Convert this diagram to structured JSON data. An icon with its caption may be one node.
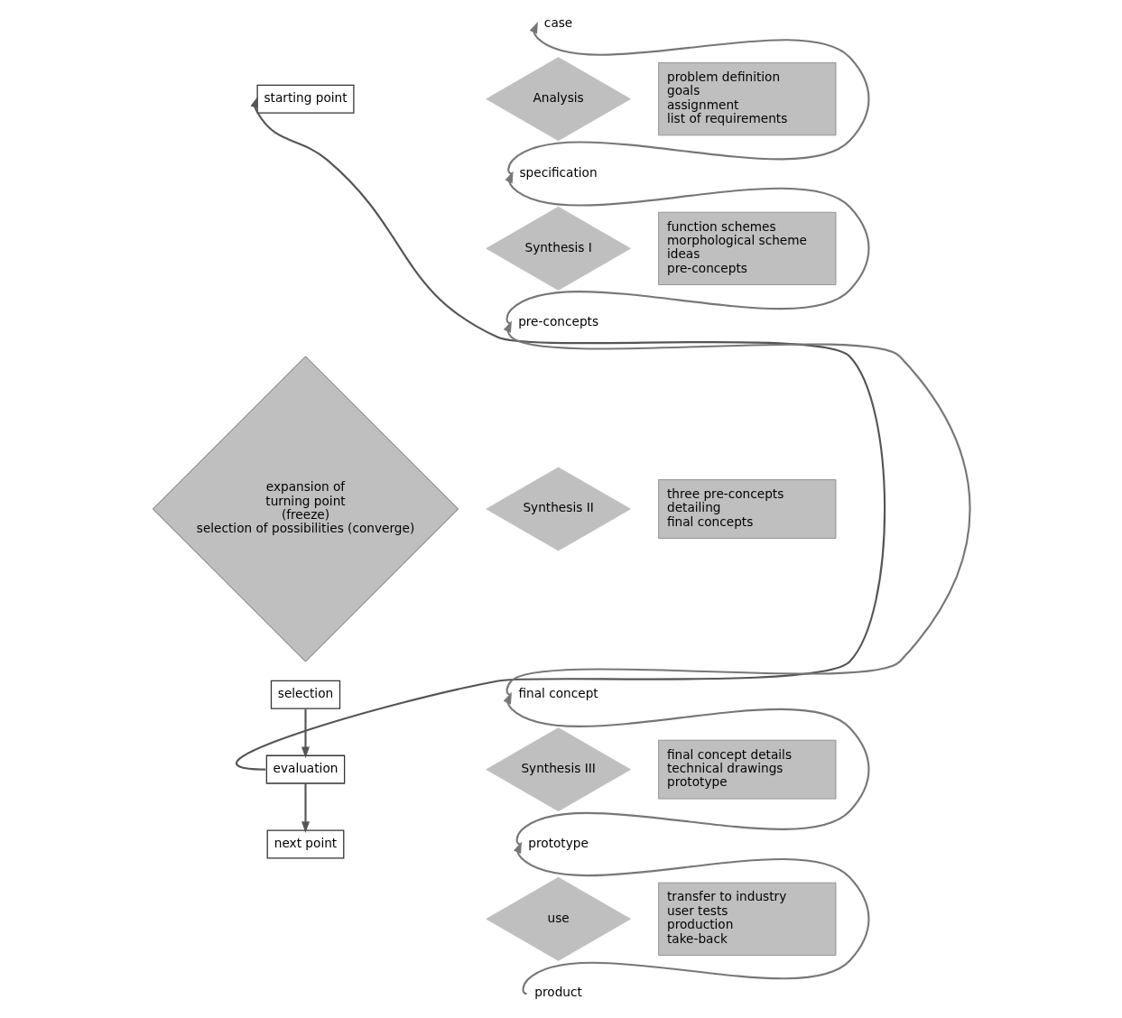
{
  "diagram": {
    "nodes": [
      {
        "text": [
          "starting point"
        ]
      },
      {
        "text": [
          "expansion of",
          "turning point",
          "(freeze)",
          "selection of possibilities (converge)"
        ]
      },
      {
        "text": [
          "selection"
        ]
      },
      {
        "text": [
          "evaluation"
        ]
      },
      {
        "text": [
          "next point"
        ]
      },
      {
        "text": [
          "case"
        ]
      },
      {
        "text": [
          "Analysis"
        ]
      },
      {
        "text": [
          "problem definition",
          "goals",
          "assignment",
          "list of requirements"
        ]
      },
      {
        "text": [
          "specification"
        ]
      },
      {
        "text": [
          "Synthesis I"
        ]
      },
      {
        "text": [
          "function schemes",
          "morphological scheme",
          "ideas",
          "pre-concepts"
        ]
      },
      {
        "text": [
          "pre-concepts"
        ]
      },
      {
        "text": [
          "Synthesis II"
        ]
      },
      {
        "text": [
          "three pre-concepts",
          "detailing",
          "final concepts"
        ]
      },
      {
        "text": [
          "final concept"
        ]
      },
      {
        "text": [
          "Synthesis III"
        ]
      },
      {
        "text": [
          "final concept details",
          "technical drawings",
          "prototype"
        ]
      },
      {
        "text": [
          "prototype"
        ]
      },
      {
        "text": [
          "use"
        ]
      },
      {
        "text": [
          "transfer to industry",
          "user tests",
          "production",
          "take-back"
        ]
      },
      {
        "text": [
          "product"
        ]
      }
    ],
    "edges": [
      {
        "from": 2,
        "to": 3,
        "arrow": "to"
      },
      {
        "from": 3,
        "to": 4,
        "arrow": "to"
      },
      {
        "from": 3,
        "to": 0,
        "arrow": "to"
      },
      {
        "from": 8,
        "to": 5,
        "arrow": "to"
      },
      {
        "from": 11,
        "to": 8,
        "arrow": "to"
      },
      {
        "from": 14,
        "to": 11,
        "arrow": "to"
      },
      {
        "from": 17,
        "to": 14,
        "arrow": "to"
      },
      {
        "from": 20,
        "to": 17,
        "arrow": "to"
      }
    ]
  }
}
